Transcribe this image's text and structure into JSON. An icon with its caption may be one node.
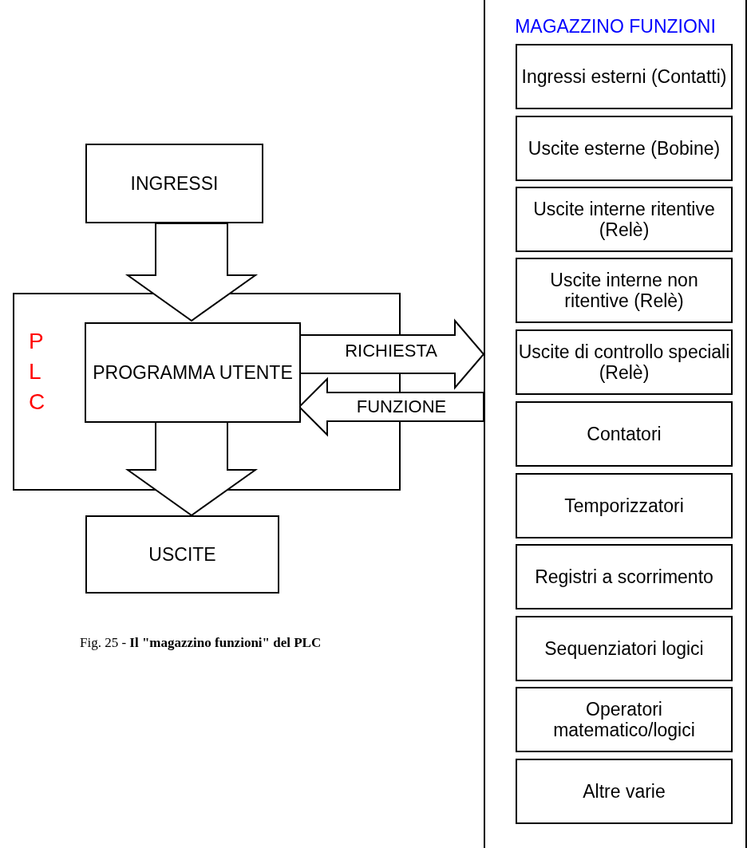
{
  "diagram": {
    "caption": "Fig. 25 - **Il \"magazzino funzioni\" del PLC**",
    "nodes": [
      {
        "text": [
          "INGRESSI"
        ]
      },
      {
        "text": [
          "P L C"
        ]
      },
      {
        "text": [
          "PROGRAMMA UTENTE"
        ],
        "in": 1
      },
      {
        "text": [
          "USCITE"
        ]
      },
      {
        "text": [
          "MAGAZZINO FUNZIONI"
        ]
      },
      {
        "text": [
          "Ingressi esterni (Contatti)"
        ],
        "in": 4
      },
      {
        "text": [
          "Uscite esterne (Bobine)"
        ],
        "in": 4
      },
      {
        "text": [
          "Uscite interne ritentive (Relè)"
        ],
        "in": 4
      },
      {
        "text": [
          "Uscite interne non ritentive (Relè)"
        ],
        "in": 4
      },
      {
        "text": [
          "Uscite di controllo speciali (Relè)"
        ],
        "in": 4
      },
      {
        "text": [
          "Contatori"
        ],
        "in": 4
      },
      {
        "text": [
          "Temporizzatori"
        ],
        "in": 4
      },
      {
        "text": [
          "Registri a scorrimento"
        ],
        "in": 4
      },
      {
        "text": [
          "Sequenziatori logici"
        ],
        "in": 4
      },
      {
        "text": [
          "Operatori matematico/logici"
        ],
        "in": 4
      },
      {
        "text": [
          "Altre varie"
        ],
        "in": 4
      }
    ],
    "edges": [
      {
        "from": 0,
        "to": 2,
        "arrow": "to"
      },
      {
        "from": 2,
        "to": 3,
        "arrow": "to"
      },
      {
        "from": 2,
        "to": 4,
        "arrow": "to",
        "label": "RICHIESTA"
      },
      {
        "from": 4,
        "to": 2,
        "arrow": "to",
        "label": "FUNZIONE"
      }
    ]
  }
}
